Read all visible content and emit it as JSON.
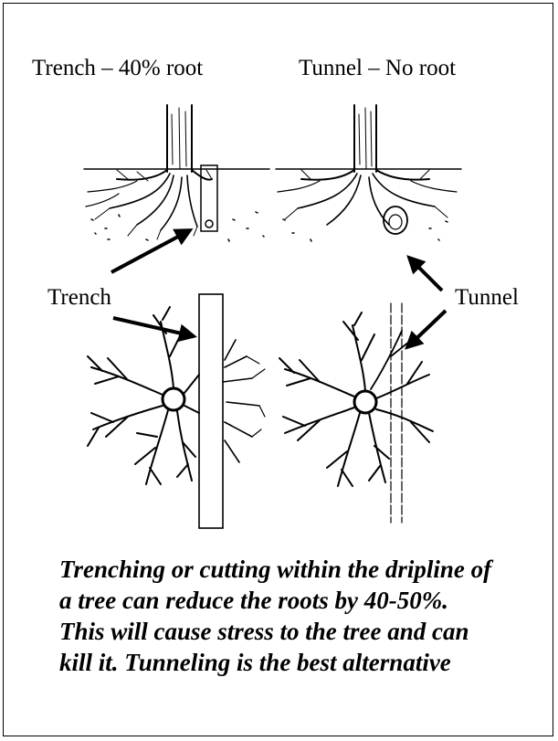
{
  "labels": {
    "trench_heading": "Trench – 40% root",
    "tunnel_heading": "Tunnel – No root",
    "trench_label": "Trench",
    "tunnel_label": "Tunnel"
  },
  "caption": {
    "lines": [
      "Trenching or cutting within the dripline of",
      "a tree can reduce the roots by 40-50%.",
      "This will cause stress to the tree and can",
      "kill it. Tunneling is the best  alternative"
    ]
  },
  "colors": {
    "ink": "#000000",
    "background": "#ffffff"
  }
}
